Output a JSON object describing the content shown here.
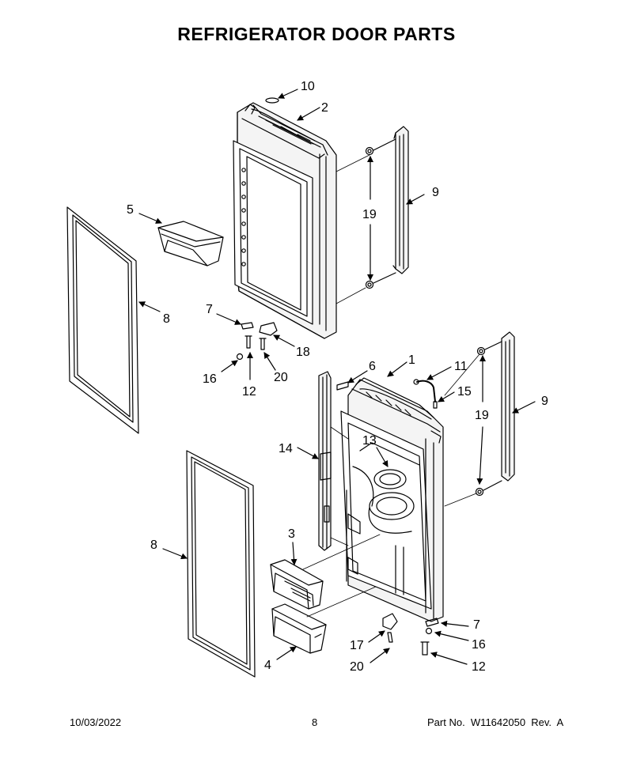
{
  "header": {
    "title": "REFRIGERATOR DOOR PARTS"
  },
  "callouts": {
    "c1": "1",
    "c2": "2",
    "c3": "3",
    "c4": "4",
    "c5": "5",
    "c6": "6",
    "c7": "7",
    "c8": "8",
    "c9": "9",
    "c10": "10",
    "c11": "11",
    "c12": "12",
    "c13": "13",
    "c14": "14",
    "c15": "15",
    "c16": "16",
    "c17": "17",
    "c18": "18",
    "c19": "19",
    "c20": "20"
  },
  "footer": {
    "date": "10/03/2022",
    "page": "8",
    "part_no": "Part No.  W11642050  Rev.  A"
  }
}
